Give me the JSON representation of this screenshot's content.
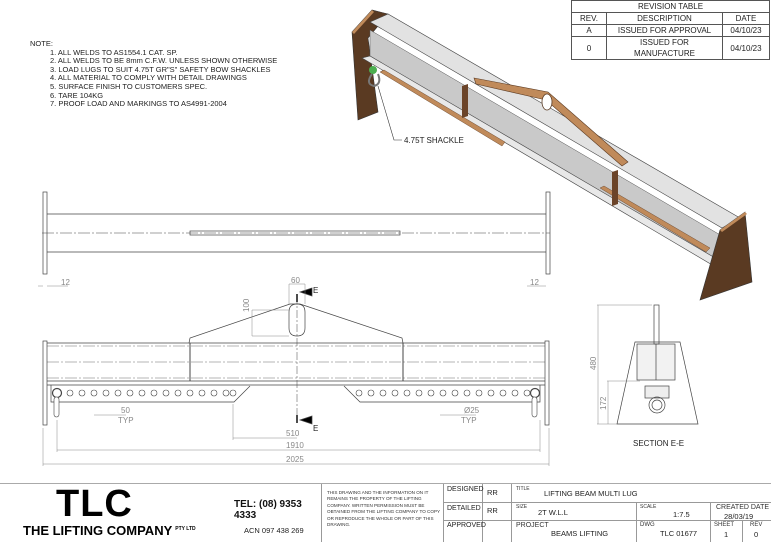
{
  "revision_table": {
    "title": "REVISION TABLE",
    "headers": [
      "REV.",
      "DESCRIPTION",
      "DATE"
    ],
    "rows": [
      {
        "rev": "A",
        "description": "ISSUED FOR APPROVAL",
        "date": "04/10/23"
      },
      {
        "rev": "0",
        "description": "ISSUED FOR MANUFACTURE",
        "date": "04/10/23"
      }
    ]
  },
  "notes": {
    "heading": "NOTE:",
    "items": [
      "1. ALL WELDS TO AS1554.1 CAT. SP.",
      "2. ALL WELDS TO BE 8mm C.F.W. UNLESS SHOWN OTHERWISE",
      "3. LOAD LUGS TO SUIT 4.75T GR\"S\" SAFETY BOW SHACKLES",
      "4. ALL MATERIAL TO COMPLY WITH DETAIL DRAWINGS",
      "5. SURFACE FINISH TO CUSTOMERS SPEC.",
      "6. TARE 104KG",
      "7. PROOF LOAD AND MARKINGS TO AS4991-2004"
    ]
  },
  "iso_view": {
    "callout": "4.75T SHACKLE",
    "colors": {
      "steel": "#d9d9d9",
      "steel_dark": "#b8b8b8",
      "plate": "#c08a5a",
      "plate_dark": "#5a3a22",
      "shackle_pin": "#4caf50"
    }
  },
  "top_view": {
    "dims": {
      "left_plate": "12",
      "right_plate": "12"
    }
  },
  "front_view": {
    "dims": {
      "lug_width": "60",
      "lug_height": "100",
      "hole_pitch": "50",
      "hole_pitch_note": "TYP",
      "hole_dia": "Ø25",
      "hole_dia_note": "TYP",
      "inner_span": "510",
      "lug_span": "1910",
      "overall": "2025"
    },
    "section_mark": "E"
  },
  "section_view": {
    "title": "SECTION E-E",
    "dims": {
      "height": "480",
      "lower": "172"
    }
  },
  "title_block": {
    "logo": "TLC",
    "company": "THE LIFTING COMPANY",
    "company_suffix": "PTY LTD",
    "tel": "TEL: (08) 9353 4333",
    "acn": "ACN 097 438 269",
    "disclaimer": "THIS DRAWING AND THE INFORMATION ON IT REMAINS THE PROPERTY OF THE LIFTING COMPANY. WRITTEN PERMISSION MUST BE OBTAINED FROM THE LIFTING COMPANY TO COPY OR REPRODUCE THE WHOLE OR PART OF THIS DRAWING.",
    "designed_label": "DESIGNED",
    "designed": "RR",
    "detailed_label": "DETAILED",
    "detailed": "RR",
    "approved_label": "APPROVED",
    "approved": "",
    "title_label": "TITLE",
    "title": "LIFTING BEAM MULTI LUG",
    "size_label": "SIZE",
    "size": "2T W.L.L",
    "scale_label": "SCALE",
    "scale": "1:7.5",
    "created_label": "CREATED DATE",
    "created": "28/03/19",
    "project_label": "PROJECT",
    "project": "BEAMS LIFTING",
    "dwg_label": "DWG",
    "dwg": "TLC 01677",
    "sheet_label": "SHEET",
    "sheet": "1",
    "rev_label": "REV",
    "rev": "0"
  }
}
